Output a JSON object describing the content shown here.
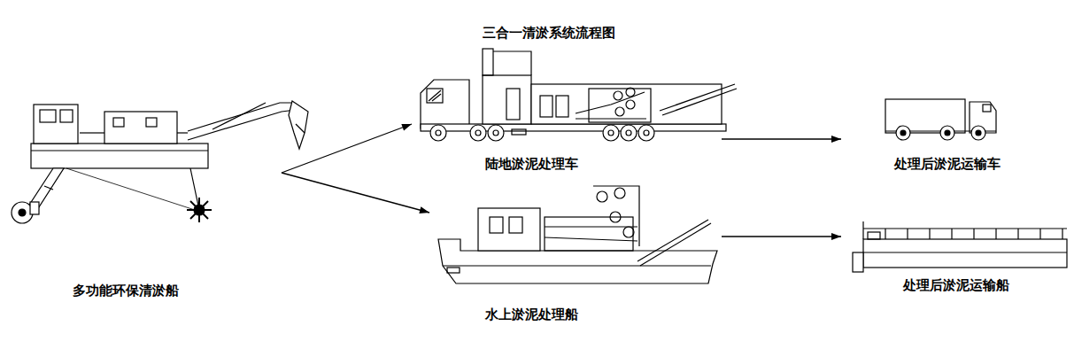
{
  "diagram": {
    "title": "三合一清淤系统流程图",
    "nodes": [
      {
        "text": [
          "多功能环保清淤船"
        ]
      },
      {
        "text": [
          "陆地淤泥处理车"
        ]
      },
      {
        "text": [
          "水上淤泥处理船"
        ]
      },
      {
        "text": [
          "处理后淤泥运输车"
        ]
      },
      {
        "text": [
          "处理后淤泥运输船"
        ]
      }
    ],
    "edges": [
      {
        "from": 0,
        "to": 1,
        "arrow": "to"
      },
      {
        "from": 0,
        "to": 2,
        "arrow": "to"
      },
      {
        "from": 1,
        "to": 3,
        "arrow": "to"
      },
      {
        "from": 2,
        "to": 4,
        "arrow": "to"
      }
    ]
  }
}
